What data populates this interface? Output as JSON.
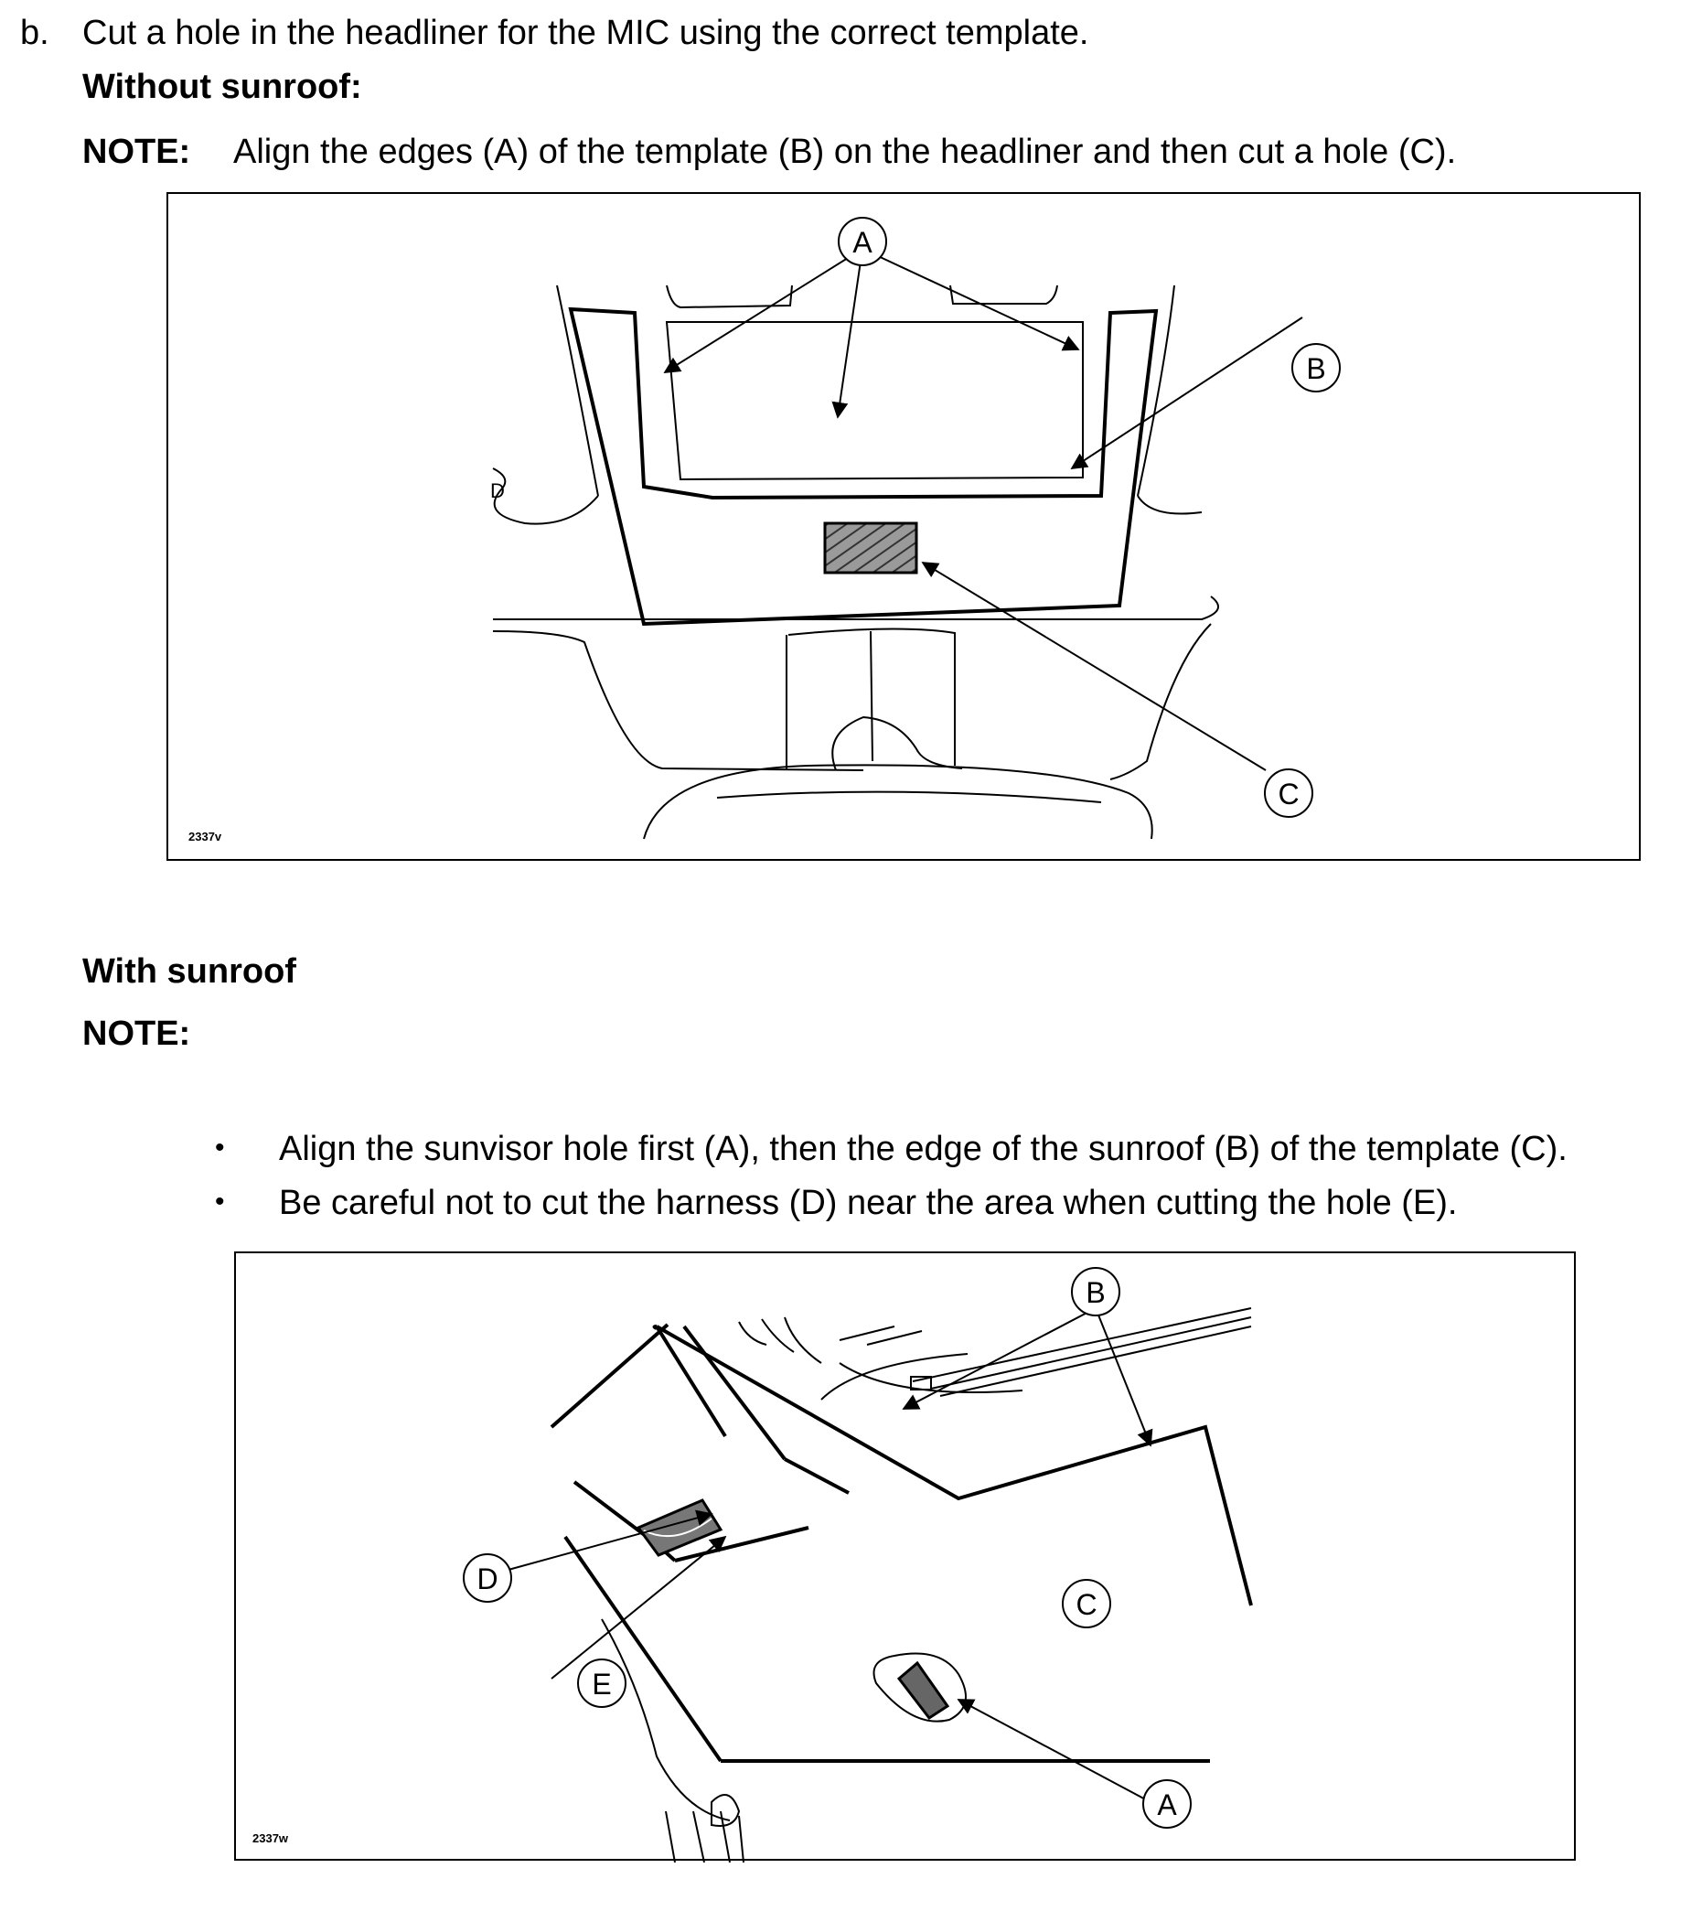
{
  "step": {
    "marker": "b.",
    "text": "Cut a hole in the headliner for the MIC using the correct template."
  },
  "without_sunroof": {
    "heading": "Without sunroof:",
    "note_label": "NOTE:",
    "note_text": "Align the edges (A) of the template (B) on the headliner and then cut a hole (C).",
    "figure": {
      "code": "2337v",
      "callouts": {
        "a": "A",
        "b": "B",
        "c": "C"
      }
    }
  },
  "with_sunroof": {
    "heading": "With sunroof",
    "note_label": "NOTE:",
    "bullets": [
      {
        "marker": "•",
        "text": "Align the sunvisor hole first (A), then the edge of the sunroof (B) of the template (C)."
      },
      {
        "marker": "•",
        "text": "Be careful not to cut the harness (D) near the area when cutting the hole (E)."
      }
    ],
    "figure": {
      "code": "2337w",
      "callouts": {
        "a": "A",
        "b": "B",
        "c": "C",
        "d": "D",
        "e": "E"
      }
    }
  }
}
